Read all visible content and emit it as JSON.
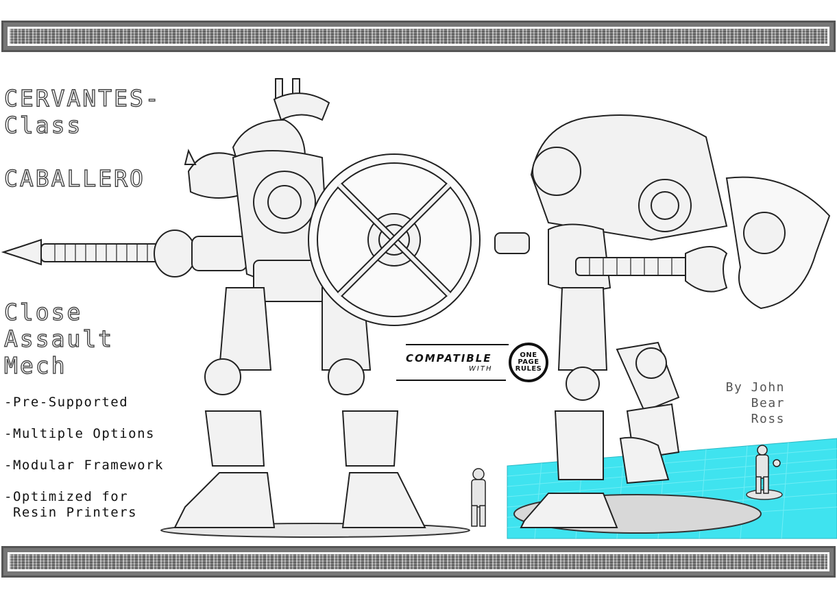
{
  "title": {
    "line1": "CERVANTES-",
    "line2": "Class",
    "line3": "CABALLERO"
  },
  "subtitle": {
    "line1": "Close",
    "line2": "Assault",
    "line3": "Mech"
  },
  "features": [
    "-Pre-Supported",
    "-Multiple Options",
    "-Modular Framework",
    "-Optimized for\n Resin Printers"
  ],
  "credit": {
    "line1": "By John",
    "line2": "Bear",
    "line3": "Ross"
  },
  "badge": {
    "compatible": "COMPATIBLE",
    "with": "WITH",
    "logo_line1": "ONE",
    "logo_line2": "PAGE",
    "logo_line3": "RULES"
  },
  "colors": {
    "accent_cyan": "#33e0ee",
    "text_gray": "#555555",
    "border_gray": "#888888"
  },
  "images": {
    "left_render": "mech-front-render",
    "right_render": "mech-side-render-on-grid"
  }
}
